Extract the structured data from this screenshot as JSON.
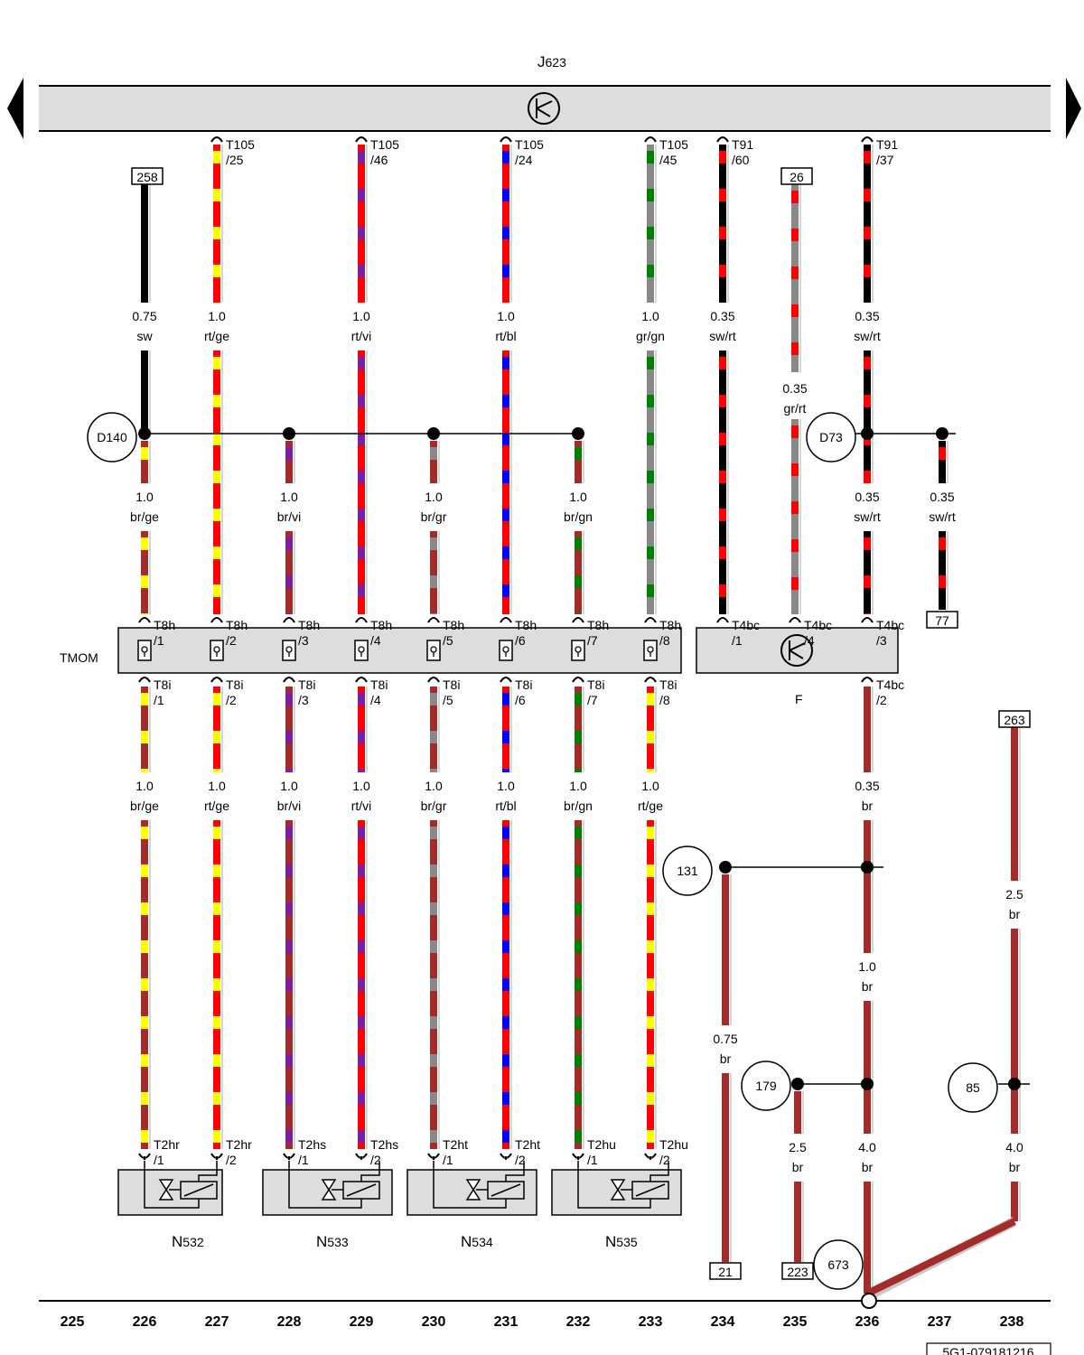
{
  "colors": {
    "sw": "#000000",
    "rt": "#ff0000",
    "ge": "#ffff00",
    "vi": "#7b1fa2",
    "bl": "#0000ff",
    "gr": "#888888",
    "gn": "#008000",
    "br": "#a52a2a",
    "box_fill": "#dddddd"
  },
  "components": {
    "J623": {
      "letter": "J",
      "sub": "623"
    },
    "TMOM": {
      "label": "TMOM"
    },
    "F": {
      "label": "F"
    },
    "valves": [
      {
        "letter": "N",
        "sub": "532"
      },
      {
        "letter": "N",
        "sub": "533"
      },
      {
        "letter": "N",
        "sub": "534"
      },
      {
        "letter": "N",
        "sub": "535"
      }
    ]
  },
  "ground_points": [
    "D140",
    "D73",
    "131",
    "179",
    "85",
    "673"
  ],
  "ref_boxes": [
    "258",
    "26",
    "77",
    "263",
    "21",
    "223"
  ],
  "wires": {
    "c226a": {
      "cs": "0.75",
      "color": "sw"
    },
    "c227a": {
      "cs": "1.0",
      "color": "rt/ge"
    },
    "c229a": {
      "cs": "1.0",
      "color": "rt/vi"
    },
    "c231a": {
      "cs": "1.0",
      "color": "rt/bl"
    },
    "c233a": {
      "cs": "1.0",
      "color": "gr/gn"
    },
    "c234a": {
      "cs": "0.35",
      "color": "sw/rt"
    },
    "c235a": {
      "cs": "0.35",
      "color": "gr/rt"
    },
    "c236a": {
      "cs": "0.35",
      "color": "sw/rt"
    },
    "c226b": {
      "cs": "1.0",
      "color": "br/ge"
    },
    "c228b": {
      "cs": "1.0",
      "color": "br/vi"
    },
    "c230b": {
      "cs": "1.0",
      "color": "br/gr"
    },
    "c232b": {
      "cs": "1.0",
      "color": "br/gn"
    },
    "c236b": {
      "cs": "0.35",
      "color": "sw/rt"
    },
    "c237b": {
      "cs": "0.35",
      "color": "sw/rt"
    },
    "c226c": {
      "cs": "1.0",
      "color": "br/ge"
    },
    "c227c": {
      "cs": "1.0",
      "color": "rt/ge"
    },
    "c228c": {
      "cs": "1.0",
      "color": "br/vi"
    },
    "c229c": {
      "cs": "1.0",
      "color": "rt/vi"
    },
    "c230c": {
      "cs": "1.0",
      "color": "br/gr"
    },
    "c231c": {
      "cs": "1.0",
      "color": "rt/bl"
    },
    "c232c": {
      "cs": "1.0",
      "color": "br/gn"
    },
    "c233c": {
      "cs": "1.0",
      "color": "rt/ge"
    },
    "c236c": {
      "cs": "0.35",
      "color": "br"
    },
    "c234d": {
      "cs": "0.75",
      "color": "br"
    },
    "c236d": {
      "cs": "1.0",
      "color": "br"
    },
    "c238d": {
      "cs": "2.5",
      "color": "br"
    },
    "c235e": {
      "cs": "2.5",
      "color": "br"
    },
    "c236e": {
      "cs": "4.0",
      "color": "br"
    },
    "c238e": {
      "cs": "4.0",
      "color": "br"
    }
  },
  "pins": {
    "J623": [
      {
        "conn": "T105",
        "pin": "/25"
      },
      {
        "conn": "T105",
        "pin": "/46"
      },
      {
        "conn": "T105",
        "pin": "/24"
      },
      {
        "conn": "T105",
        "pin": "/45"
      },
      {
        "conn": "T91",
        "pin": "/60"
      },
      {
        "conn": "T91",
        "pin": "/37"
      }
    ],
    "T8h": [
      {
        "conn": "T8h",
        "pin": "/1"
      },
      {
        "conn": "T8h",
        "pin": "/2"
      },
      {
        "conn": "T8h",
        "pin": "/3"
      },
      {
        "conn": "T8h",
        "pin": "/4"
      },
      {
        "conn": "T8h",
        "pin": "/5"
      },
      {
        "conn": "T8h",
        "pin": "/6"
      },
      {
        "conn": "T8h",
        "pin": "/7"
      },
      {
        "conn": "T8h",
        "pin": "/8"
      }
    ],
    "T4bc_top": [
      {
        "conn": "T4bc",
        "pin": "/1"
      },
      {
        "conn": "T4bc",
        "pin": "/4"
      },
      {
        "conn": "T4bc",
        "pin": "/3"
      }
    ],
    "T8i": [
      {
        "conn": "T8i",
        "pin": "/1"
      },
      {
        "conn": "T8i",
        "pin": "/2"
      },
      {
        "conn": "T8i",
        "pin": "/3"
      },
      {
        "conn": "T8i",
        "pin": "/4"
      },
      {
        "conn": "T8i",
        "pin": "/5"
      },
      {
        "conn": "T8i",
        "pin": "/6"
      },
      {
        "conn": "T8i",
        "pin": "/7"
      },
      {
        "conn": "T8i",
        "pin": "/8"
      }
    ],
    "T4bc_bottom": [
      {
        "conn": "T4bc",
        "pin": "/2"
      }
    ],
    "T2": [
      {
        "conn": "T2hr",
        "pin": "/1"
      },
      {
        "conn": "T2hr",
        "pin": "/2"
      },
      {
        "conn": "T2hs",
        "pin": "/1"
      },
      {
        "conn": "T2hs",
        "pin": "/2"
      },
      {
        "conn": "T2ht",
        "pin": "/1"
      },
      {
        "conn": "T2ht",
        "pin": "/2"
      },
      {
        "conn": "T2hu",
        "pin": "/1"
      },
      {
        "conn": "T2hu",
        "pin": "/2"
      }
    ]
  },
  "tracks": [
    "225",
    "226",
    "227",
    "228",
    "229",
    "230",
    "231",
    "232",
    "233",
    "234",
    "235",
    "236",
    "237",
    "238"
  ],
  "doc_id": "5G1-079181216"
}
